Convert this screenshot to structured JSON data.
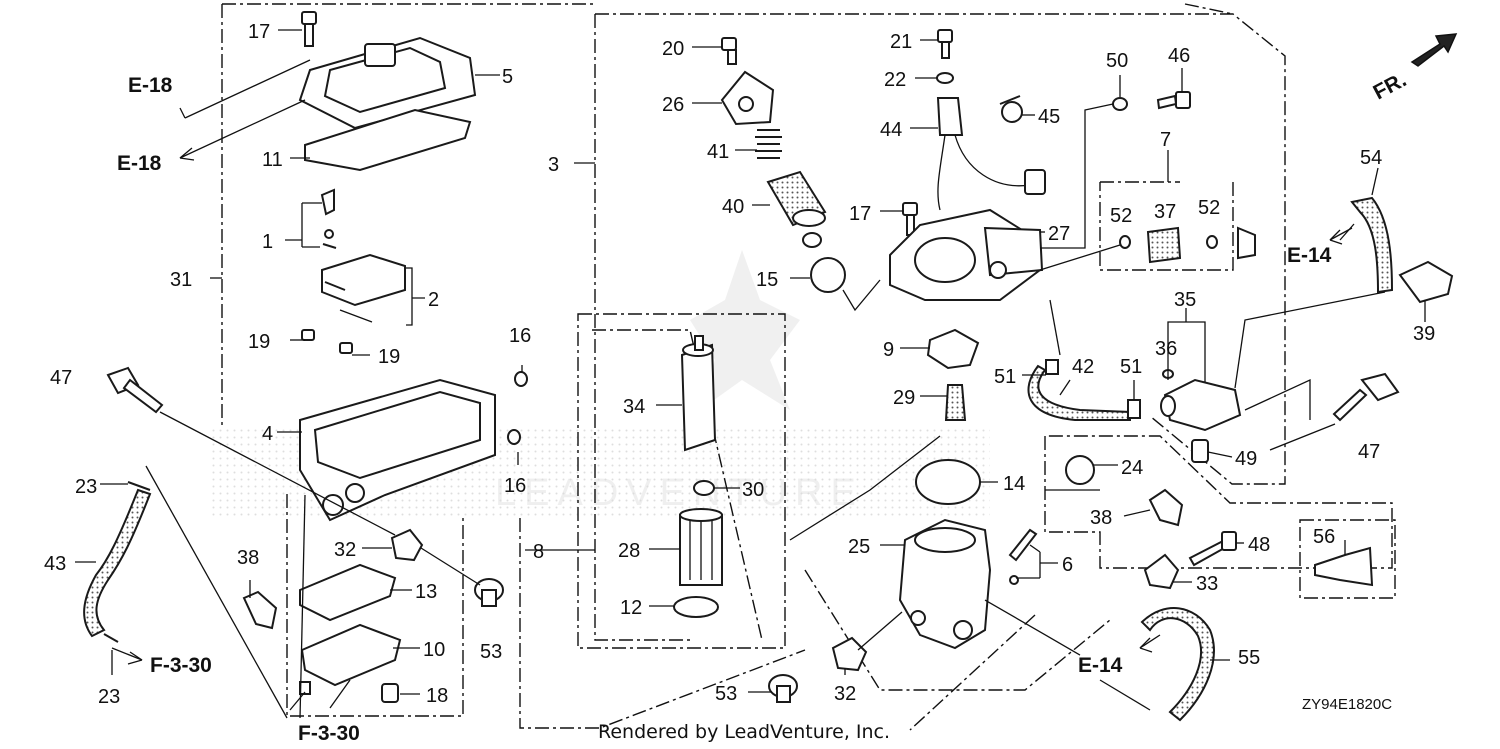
{
  "diagram": {
    "code": "ZY94E1820C",
    "credit": "Rendered by LeadVenture, Inc.",
    "watermark": {
      "main": "LEADVENTURE",
      "brand": "LEAD"
    },
    "direction_label": "FR.",
    "refs": [
      "E-18",
      "E-18",
      "E-14",
      "E-14",
      "F-3-30",
      "F-3-30"
    ],
    "callouts": [
      "1",
      "2",
      "3",
      "4",
      "5",
      "6",
      "7",
      "8",
      "9",
      "10",
      "11",
      "12",
      "13",
      "14",
      "15",
      "16",
      "16",
      "17",
      "17",
      "18",
      "19",
      "19",
      "20",
      "21",
      "22",
      "23",
      "23",
      "24",
      "25",
      "26",
      "27",
      "28",
      "29",
      "30",
      "31",
      "32",
      "32",
      "33",
      "34",
      "35",
      "36",
      "37",
      "38",
      "38",
      "39",
      "40",
      "41",
      "42",
      "43",
      "44",
      "45",
      "46",
      "47",
      "47",
      "48",
      "49",
      "50",
      "51",
      "51",
      "52",
      "52",
      "53",
      "53",
      "54",
      "55",
      "56"
    ]
  }
}
